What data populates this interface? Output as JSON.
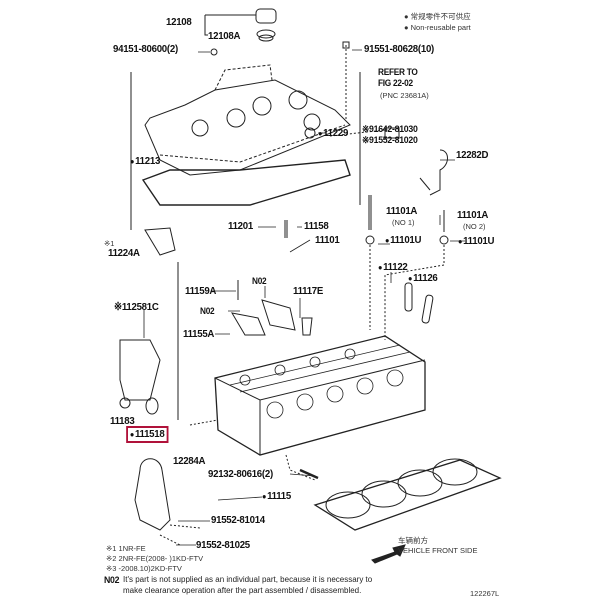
{
  "legend": {
    "mark_a": "● 常规零件不可供应",
    "mark_b": "● Non-reusable part"
  },
  "refer": {
    "line1": "REFER TO",
    "line2": "FIG 22-02",
    "line3": "(PNC 23681A)"
  },
  "parts": {
    "p12108": "12108",
    "p12108A": "12108A",
    "p94151": "94151-80600(2)",
    "p91551": "91551-80628(10)",
    "p11229": "11229",
    "p91642": "※91642-81030",
    "p91552a": "※91552-81020",
    "p12282D": "12282D",
    "p11213": "11213",
    "p11201": "11201",
    "p11158": "11158",
    "p11101": "11101",
    "p11101A1": "11101A",
    "p11101A1_sub": "(NO 1)",
    "p11101A2": "11101A",
    "p11101A2_sub": "(NO 2)",
    "p11101U1": "11101U",
    "p11101U2": "11101U",
    "p11224A_mark": "※1",
    "p11224A": "11224A",
    "p11122": "11122",
    "p11126": "11126",
    "p11159A": "11159A",
    "n02a": "N02",
    "n02b": "N02",
    "p11117E": "11117E",
    "p12581C": "※112581C",
    "p11155A": "11155A",
    "p11183": "11183",
    "p111518": "111518",
    "p12284A": "12284A",
    "p92132": "92132-80616(2)",
    "p11115": "11115",
    "p91552b": "91552-81014",
    "p91552c": "91552-81025"
  },
  "notes": {
    "n1": "※1 1NR-FE",
    "n2": "※2 2NR-FE(2008-        )1KD-FTV",
    "n3": "※3            -2008.10)2KD-FTV",
    "front_cn": "车辆前方",
    "front_en": "VEHICLE FRONT SIDE",
    "n02_label": "N02",
    "n02_line1": "It's part is not supplied as an individual part, because it is necessary to",
    "n02_line2": "make clearance operation after the part assembled / disassembled.",
    "fig_code": "122267L"
  },
  "colors": {
    "highlight": "#b0123a"
  }
}
